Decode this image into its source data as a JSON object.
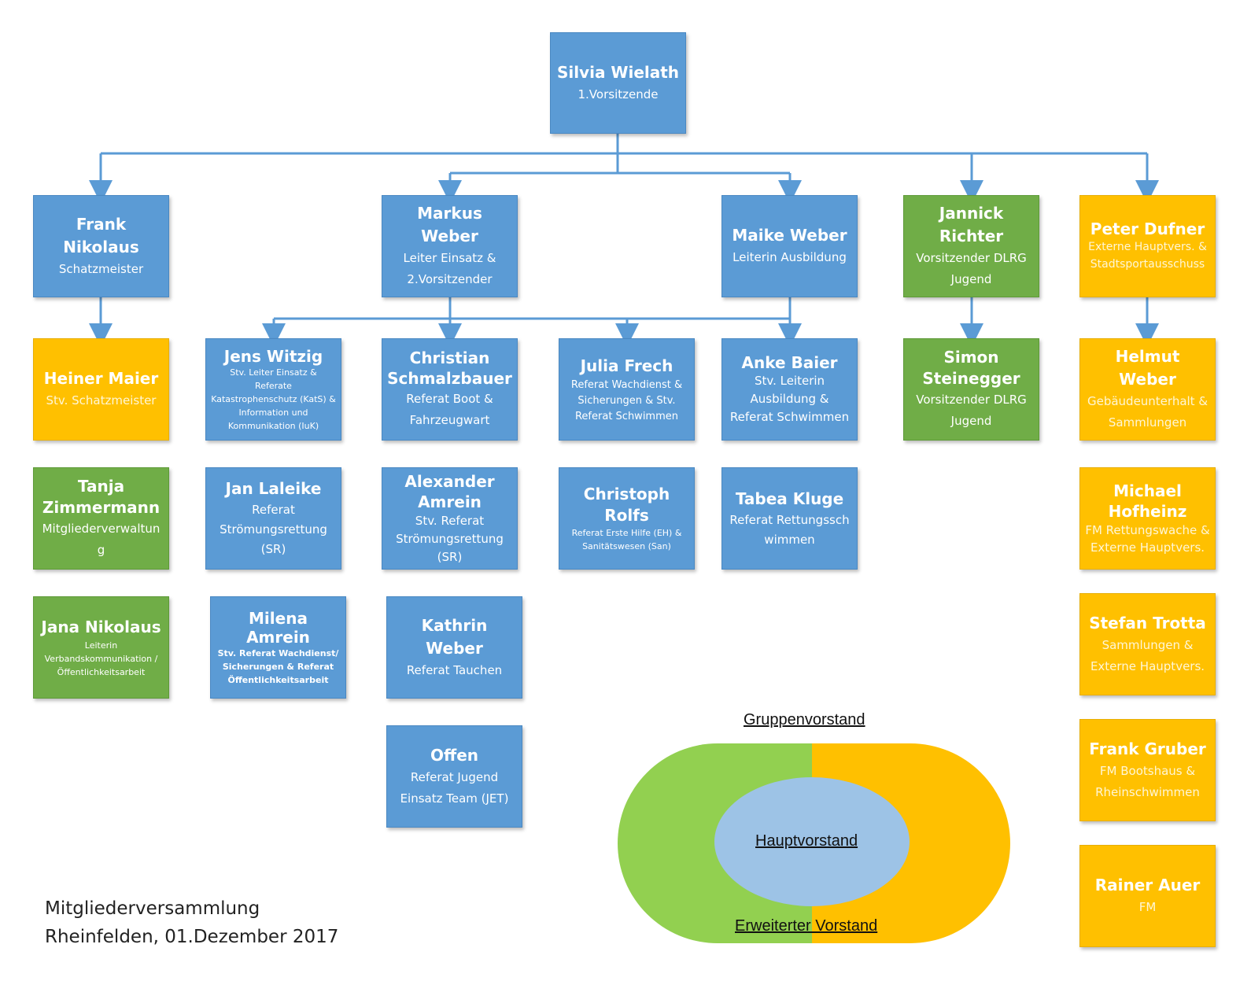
{
  "colors": {
    "blue": "#5b9bd5",
    "green": "#70ad47",
    "orange": "#ffc000",
    "line": "#5b9bd5",
    "light_blue": "#9dc3e6"
  },
  "nodes": {
    "wielath": {
      "name": "Silvia Wielath",
      "role": "1.Vorsitzende"
    },
    "frank_nikolaus": {
      "name": "Frank Nikolaus",
      "role": "Schatzmeister"
    },
    "markus_weber": {
      "name": "Markus Weber",
      "role": "Leiter Einsatz & 2.Vorsitzender"
    },
    "maike_weber": {
      "name": "Maike Weber",
      "role": "Leiterin Ausbildung"
    },
    "jannick_richter": {
      "name": "Jannick Richter",
      "role": "Vorsitzender DLRG Jugend"
    },
    "peter_dufner": {
      "name": "Peter Dufner",
      "role": "Externe Hauptvers. & Stadtsportausschuss"
    },
    "heiner_maier": {
      "name": "Heiner Maier",
      "role": "Stv. Schatzmeister"
    },
    "jens_witzig": {
      "name": "Jens Witzig",
      "role": "Stv. Leiter Einsatz & Referate Katastrophenschutz (KatS) & Information und Kommunikation (IuK)"
    },
    "christian_schmalzbauer": {
      "name": "Christian Schmalzbauer",
      "role": "Referat Boot & Fahrzeugwart"
    },
    "julia_frech": {
      "name": "Julia Frech",
      "role": "Referat Wachdienst & Sicherungen & Stv. Referat Schwimmen"
    },
    "anke_baier": {
      "name": "Anke Baier",
      "role": "Stv. Leiterin Ausbildung & Referat Schwimmen"
    },
    "simon_steinegger": {
      "name": "Simon Steinegger",
      "role": "Vorsitzender DLRG Jugend"
    },
    "helmut_weber": {
      "name": "Helmut Weber",
      "role": "Gebäudeunterhalt & Sammlungen"
    },
    "tanja_zimmermann": {
      "name": "Tanja Zimmermann",
      "role": "Mitgliederverwaltung"
    },
    "jan_laleike": {
      "name": "Jan Laleike",
      "role": "Referat Strömungsrettung (SR)"
    },
    "alexander_amrein": {
      "name": "Alexander Amrein",
      "role": "Stv. Referat Strömungsrettung (SR)"
    },
    "christoph_rolfs": {
      "name": "Christoph Rolfs",
      "role": "Referat Erste Hilfe (EH) & Sanitätswesen (San)"
    },
    "tabea_kluge": {
      "name": "Tabea Kluge",
      "role": "Referat Rettungsschwimmen"
    },
    "michael_hofheinz": {
      "name": "Michael Hofheinz",
      "role": "FM Rettungswache & Externe Hauptvers."
    },
    "jana_nikolaus": {
      "name": "Jana Nikolaus",
      "role": "Leiterin Verbandskommunikation /Öffentlichkeitsarbeit"
    },
    "milena_amrein": {
      "name": "Milena Amrein",
      "role": "Stv. Referat Wachdienst/ Sicherungen & Referat Öffentlichkeitsarbeit"
    },
    "kathrin_weber": {
      "name": "Kathrin Weber",
      "role": "Referat Tauchen"
    },
    "stefan_trotta": {
      "name": "Stefan Trotta",
      "role": "Sammlungen & Externe Hauptvers."
    },
    "offen": {
      "name": "Offen",
      "role": "Referat Jugend Einsatz Team (JET)"
    },
    "frank_gruber": {
      "name": "Frank Gruber",
      "role": "FM Bootshaus & Rheinschwimmen"
    },
    "rainer_auer": {
      "name": "Rainer Auer",
      "role": "FM"
    }
  },
  "legend": {
    "outer_label": "Gruppenvorstand",
    "inner_label": "Hauptvorstand",
    "bottom_label": "Erweiterter Vorstand"
  },
  "footer": {
    "line1": "Mitgliederversammlung",
    "line2": "Rheinfelden, 01.Dezember 2017"
  }
}
